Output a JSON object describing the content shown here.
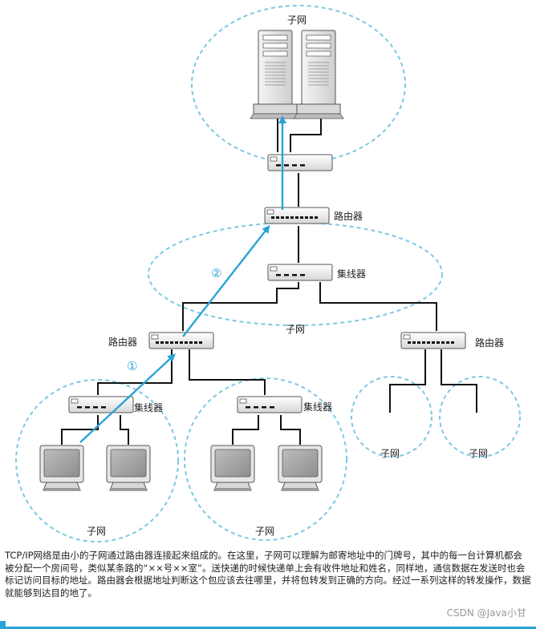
{
  "labels": {
    "subnet": "子网",
    "router": "路由器",
    "hub": "集线器"
  },
  "step_markers": {
    "one": "①",
    "two": "②"
  },
  "caption": "TCP/IP网络是由小的子网通过路由器连接起来组成的。在这里，子网可以理解为邮寄地址中的门牌号，其中的每一台计算机都会被分配一个房间号，类似某条路的“××号××室”。送快递的时候快递单上会有收件地址和姓名，同样地，通信数据在发送时也会标记访问目标的地址。路由器会根据地址判断这个包应该去往哪里，并将包转发到正确的方向。经过一系列这样的转发操作，数据就能够到达目的地了。",
  "watermark": "CSDN @Java小甘",
  "colors": {
    "accent": "#2aa3d6",
    "dashed_outline": "#7ec8e3",
    "line": "#111111"
  }
}
